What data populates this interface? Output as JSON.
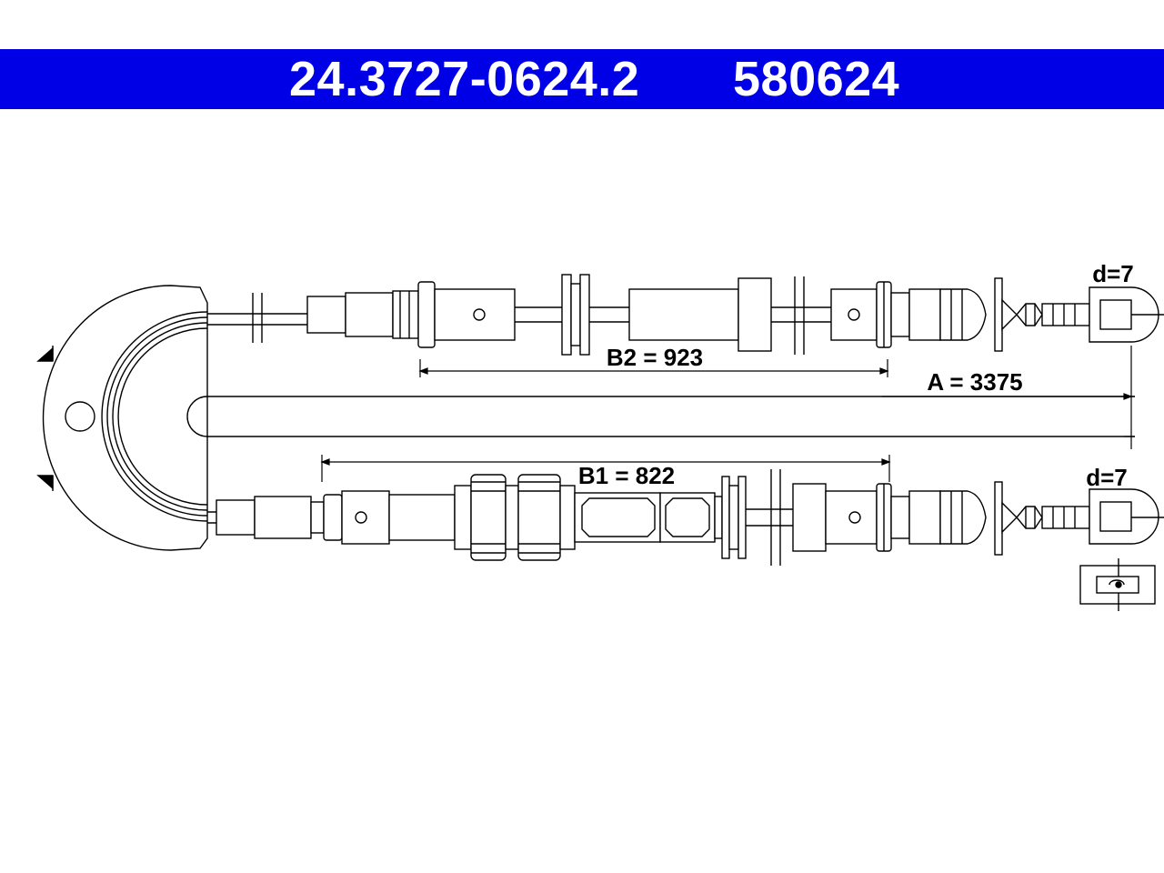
{
  "header": {
    "part_number": "24.3727-0624.2",
    "reference_number": "580624",
    "band_color": "#0000e6",
    "text_color": "#ffffff"
  },
  "dimensions": {
    "overall_length": "A = 3375",
    "upper_sleeve_length": "B2 = 923",
    "lower_sleeve_length": "B1 = 822",
    "upper_eye_diameter": "d=7",
    "lower_eye_diameter": "d=7"
  },
  "line_color": "#000000"
}
